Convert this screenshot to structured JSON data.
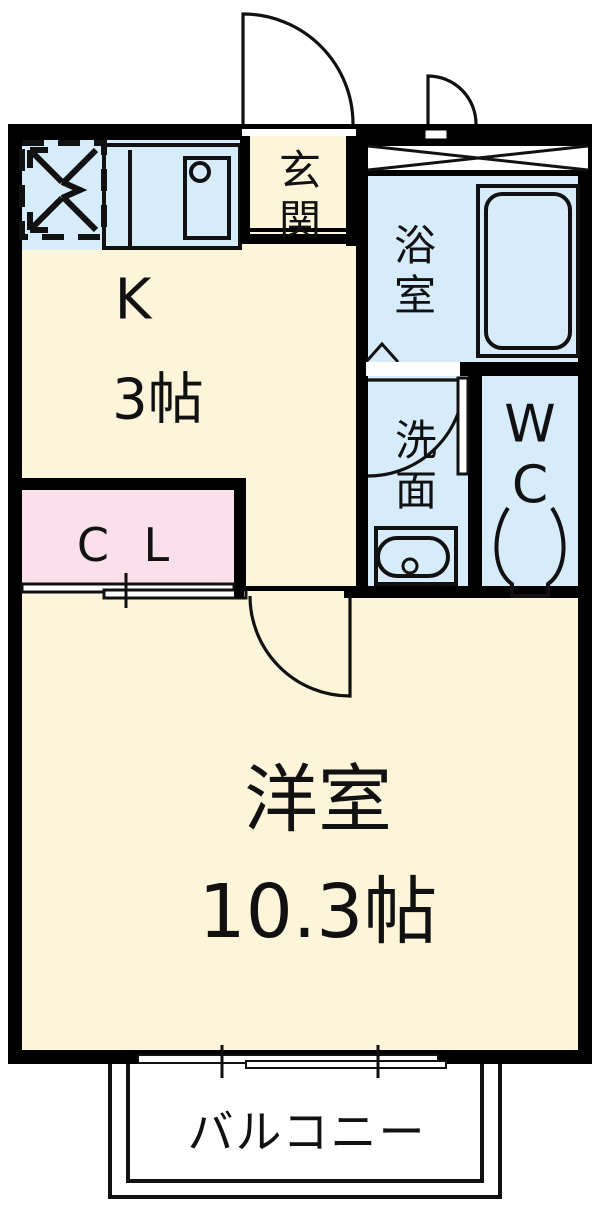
{
  "plan": {
    "type": "japanese-floor-plan",
    "layout_code": "1K",
    "palette": {
      "wall": "#000000",
      "floor_living": "#fcf5da",
      "floor_wet": "#d7ecfa",
      "floor_closet": "#fbe0ec",
      "outline": "#111111",
      "background": "#ffffff"
    },
    "rooms": [
      {
        "id": "kitchen",
        "label_main": "K",
        "label_sub": "3帖",
        "floor": "living"
      },
      {
        "id": "genkan",
        "label_main": "玄関",
        "label_sub": "",
        "floor": "living"
      },
      {
        "id": "bathroom",
        "label_main": "浴室",
        "label_sub": "",
        "floor": "wet"
      },
      {
        "id": "washroom",
        "label_main": "洗面",
        "label_sub": "",
        "floor": "wet"
      },
      {
        "id": "toilet",
        "label_main": "WC",
        "label_sub": "",
        "floor": "wet"
      },
      {
        "id": "closet",
        "label_main": "C L",
        "label_sub": "",
        "floor": "closet"
      },
      {
        "id": "mainroom",
        "label_main": "洋室",
        "label_sub": "10.3帖",
        "floor": "living"
      },
      {
        "id": "balcony",
        "label_main": "バルコニー",
        "label_sub": "",
        "floor": "none"
      }
    ],
    "labels": {
      "kitchen_main": "K",
      "kitchen_sub": "3帖",
      "genkan": "玄関",
      "bathroom": "浴室",
      "washroom": "洗面",
      "toilet": "WC",
      "closet": "C L",
      "mainroom_main": "洋室",
      "mainroom_sub": "10.3帖",
      "balcony": "バルコニー"
    },
    "fixtures": [
      {
        "name": "washing-machine-space",
        "room": "kitchen"
      },
      {
        "name": "kitchen-sink",
        "room": "kitchen"
      },
      {
        "name": "bathtub",
        "room": "bathroom"
      },
      {
        "name": "wash-basin",
        "room": "washroom"
      },
      {
        "name": "toilet-bowl",
        "room": "toilet"
      },
      {
        "name": "pipe-space",
        "room": "exterior"
      }
    ],
    "openings": [
      {
        "name": "entrance-door",
        "type": "swing-door"
      },
      {
        "name": "meter-box-door",
        "type": "swing-door"
      },
      {
        "name": "bathroom-door",
        "type": "folding-door"
      },
      {
        "name": "washroom-door",
        "type": "swing-door"
      },
      {
        "name": "toilet-door",
        "type": "swing-door"
      },
      {
        "name": "main-room-door",
        "type": "swing-door"
      },
      {
        "name": "closet-doors",
        "type": "sliding-door"
      },
      {
        "name": "balcony-window",
        "type": "sliding-window"
      }
    ]
  }
}
